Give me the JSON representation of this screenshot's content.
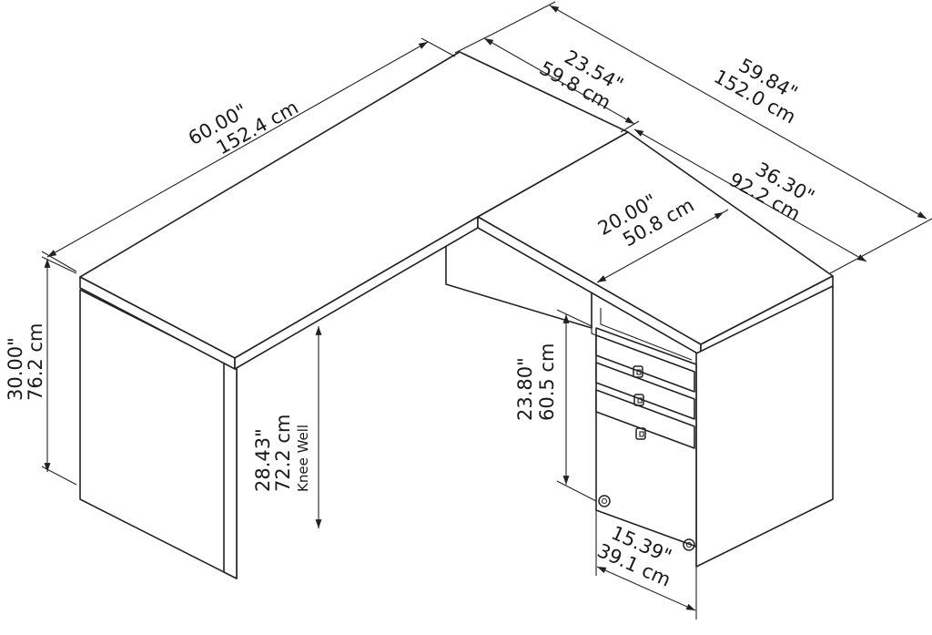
{
  "dimensions": {
    "width_left": {
      "in": "60.00\"",
      "cm": "152.4 cm"
    },
    "depth_top": {
      "in": "23.54\"",
      "cm": "59.8 cm"
    },
    "width_right": {
      "in": "59.84\"",
      "cm": "152.0 cm"
    },
    "return_length": {
      "in": "36.30\"",
      "cm": "92.2 cm"
    },
    "return_depth": {
      "in": "20.00\"",
      "cm": "50.8 cm"
    },
    "height": {
      "in": "30.00\"",
      "cm": "76.2 cm"
    },
    "knee_well": {
      "in": "28.43\"",
      "cm": "72.2 cm",
      "label": "Knee Well"
    },
    "file_height": {
      "in": "23.80\"",
      "cm": "60.5 cm"
    },
    "file_width": {
      "in": "15.39\"",
      "cm": "39.1 cm"
    }
  },
  "icons": [
    "drawer-handle-icon",
    "caster-wheel-icon"
  ]
}
